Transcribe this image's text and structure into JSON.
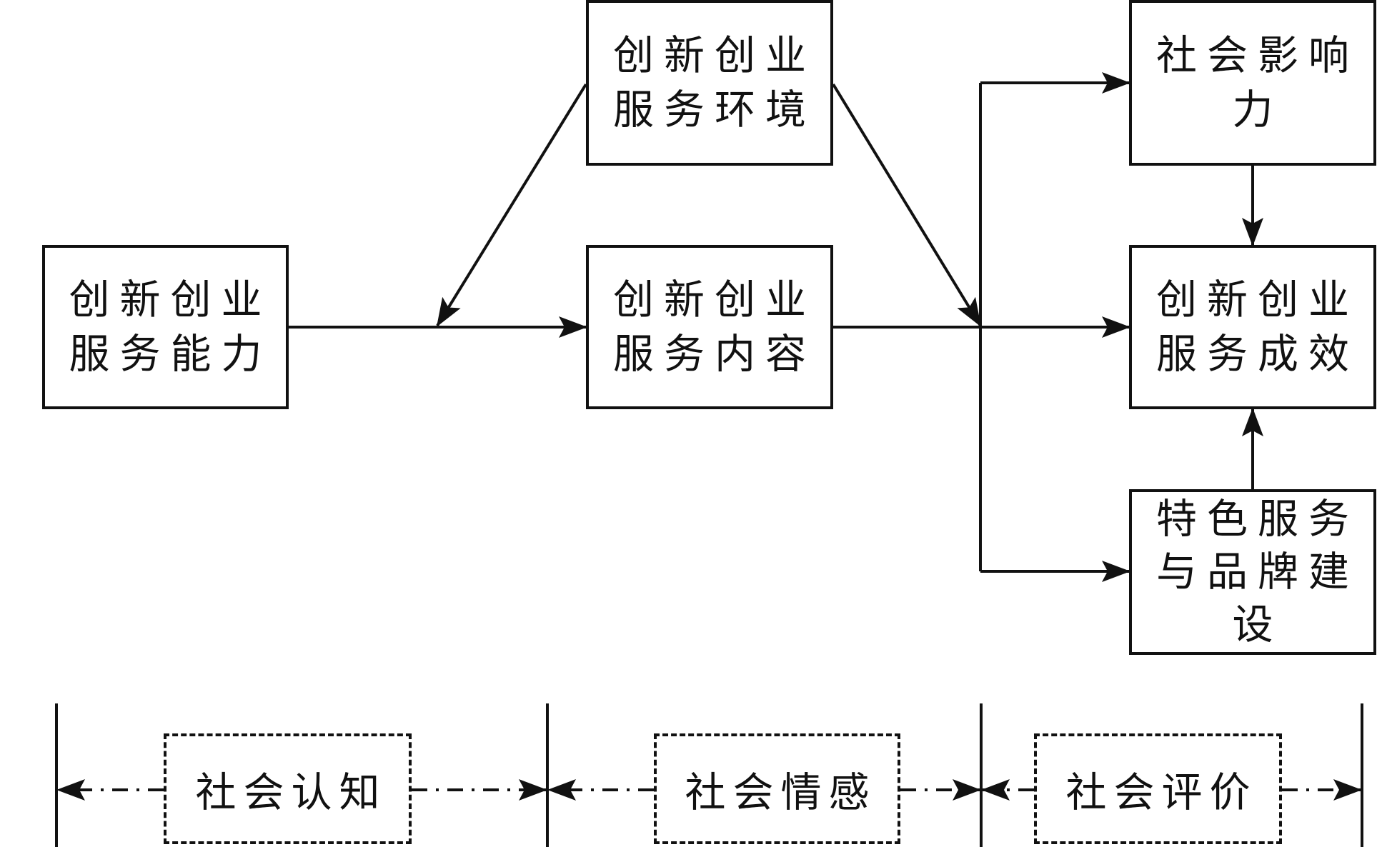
{
  "boxes": {
    "capacity": {
      "lines": [
        "创新创业",
        "服务能力"
      ]
    },
    "environment": {
      "lines": [
        "创新创业",
        "服务环境"
      ]
    },
    "content": {
      "lines": [
        "创新创业",
        "服务内容"
      ]
    },
    "influence": {
      "lines": [
        "社会影响",
        "力"
      ]
    },
    "result": {
      "lines": [
        "创新创业",
        "服务成效"
      ]
    },
    "brand": {
      "lines": [
        "特色服务",
        "与品牌建",
        "设"
      ]
    }
  },
  "stages": {
    "cognition": "社会认知",
    "emotion": "社会情感",
    "evaluation": "社会评价"
  },
  "colors": {
    "stroke": "#111111",
    "background": "#ffffff"
  }
}
